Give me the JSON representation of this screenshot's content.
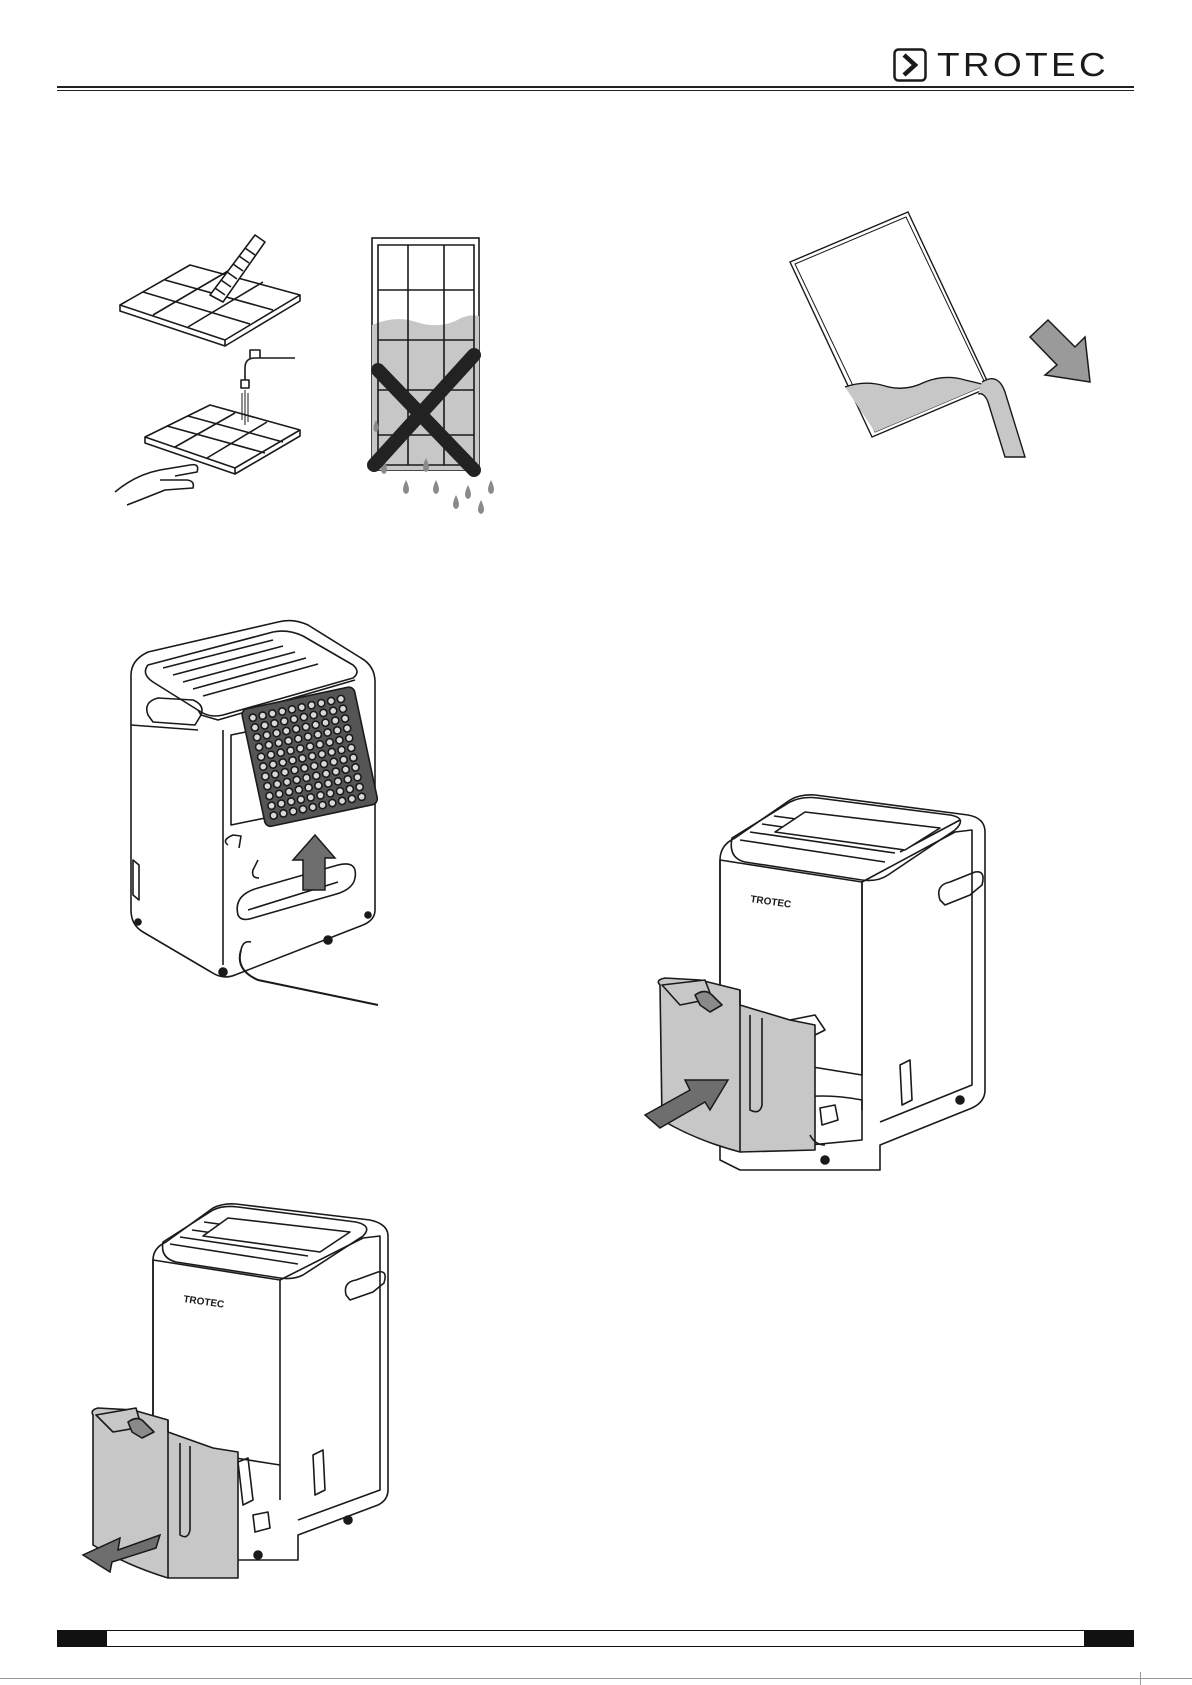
{
  "header": {
    "brand": "TROTEC"
  },
  "illustrations": {
    "device_front_brand": "TROTEC",
    "device_tank_brand": "TROTEC"
  },
  "colors": {
    "line": "#1a1a1a",
    "grey_fill": "#c7c7c7",
    "dark_arrow": "#6e6e6e",
    "light_arrow": "#9a9a9a"
  }
}
